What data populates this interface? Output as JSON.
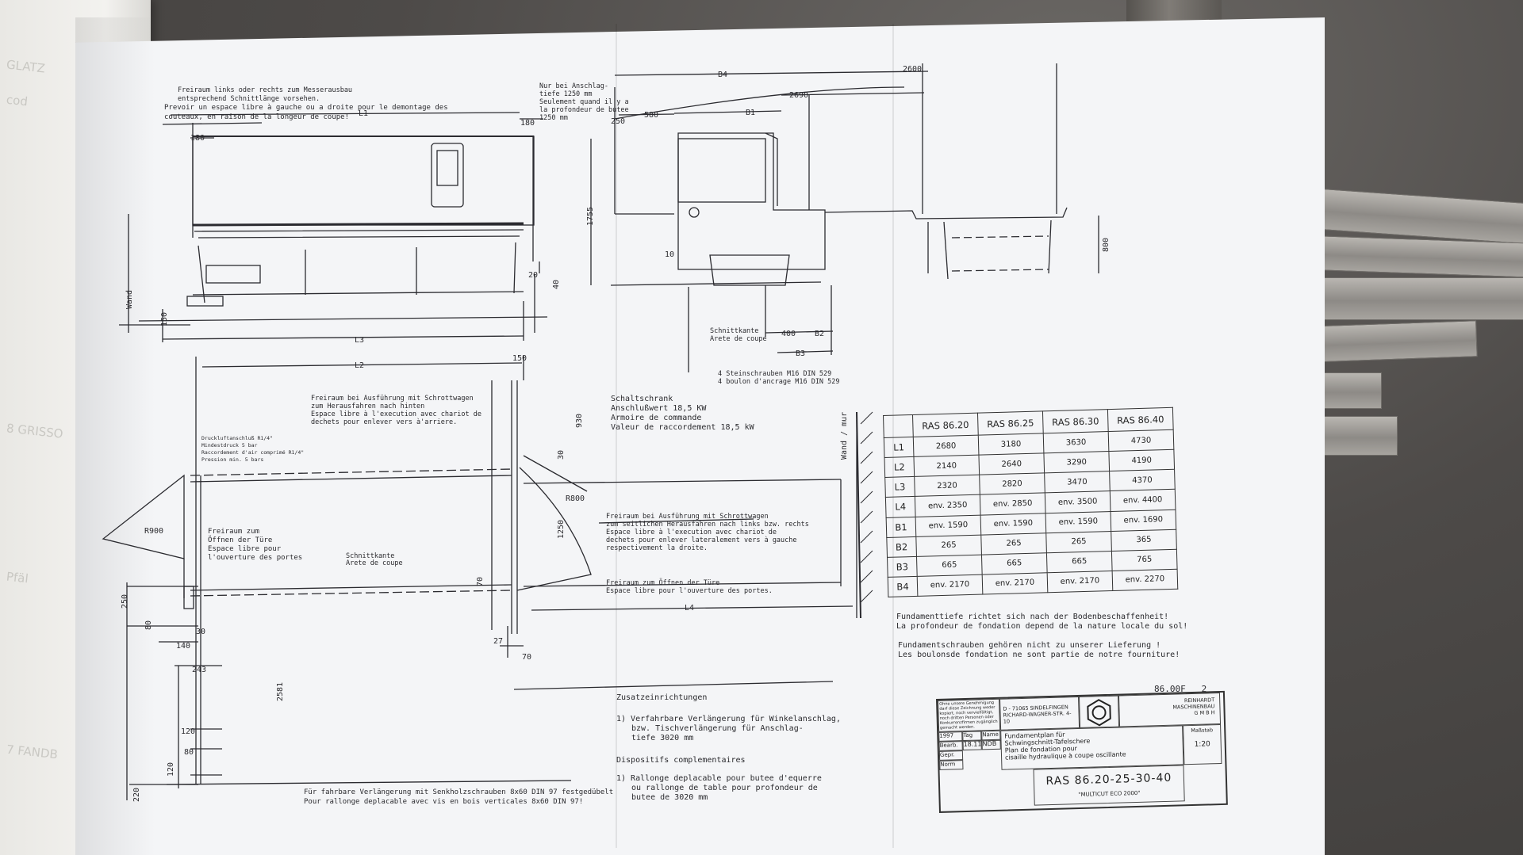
{
  "drawing": {
    "left_top_notes": [
      "Freiraum links oder rechts zum Messerausbau",
      "entsprechend Schnittlänge vorsehen.",
      "Prevoir un espace libre à gauche ou a droite pour le demontage des",
      "couteaux, en raison de la longeur de coupe!"
    ],
    "anschlag_notes": [
      "Nur bei Anschlag-",
      "tiefe 1250 mm",
      "Seulement quand il y a",
      "la profondeur de butee",
      "1250 mm"
    ],
    "dims_front": {
      "l1": "L1",
      "d180a": "180",
      "d180b": "180",
      "d20": "20",
      "d40": "40",
      "d150": "150",
      "l3": "L3",
      "wand": "Wand",
      "d1755": "1755"
    },
    "dims_side": {
      "b4": "B4",
      "d2690": "2690",
      "d2600": "2600",
      "b1": "B1",
      "d580": "580",
      "d250": "250",
      "d10": "10",
      "d800": "800",
      "d400": "400",
      "b2": "B2",
      "b3": "B3"
    },
    "side_labels": {
      "schnittkante": "Schnittkante",
      "arete": "Arete de coupe",
      "steinschrauben": "4 Steinschrauben M16 DIN 529",
      "boulon": "4 boulon d'ancrage M16 DIN 529"
    },
    "plan_labels": {
      "l2": "L2",
      "d150": "150",
      "d930": "930",
      "d30": "30",
      "d1250": "1250",
      "r800": "R800",
      "r900": "R900",
      "d70a": "70",
      "d27": "27",
      "d70b": "70",
      "l4": "L4",
      "d250": "250",
      "d80": "80",
      "d30b": "30",
      "d140": "140",
      "d243": "243",
      "d2581": "2581",
      "d120": "120",
      "d80b": "80",
      "d120b": "120",
      "d220": "220",
      "wand_mur": "Wand / mur"
    },
    "plan_notes": {
      "schrott": [
        "Freiraum bei Ausführung mit Schrottwagen",
        "zum Herausfahren nach hinten",
        "Espace libre à l'execution avec chariot de",
        "dechets pour enlever vers à'arriere."
      ],
      "druckluft": [
        "Druckluftanschluß R1/4\"",
        "Mindestdruck 5 bar",
        "Raccordement d'air comprimé R1/4\"",
        "Pression min. 5 bars"
      ],
      "tuere_left": [
        "Freiraum zum",
        "Öffnen der Türe",
        "Espace libre pour",
        "l'ouverture des portes"
      ],
      "schnittkante": [
        "Schnittkante",
        "Arete de coupe"
      ],
      "schaltschrank": [
        "Schaltschrank",
        "Anschlußwert 18,5 KW",
        "Armoire de commande",
        "Valeur de raccordement 18,5 kW"
      ],
      "schrott_side": [
        "Freiraum bei Ausführung mit Schrottwagen",
        "zum seitlichen Herausfahren nach links bzw. rechts",
        "Espace libre à l'execution avec chariot de",
        "dechets pour enlever lateralement vers à gauche",
        "respectivement la droite."
      ],
      "tuere_right": [
        "Freiraum zum Öffnen der Türe",
        "Espace libre pour l'ouverture des portes."
      ]
    },
    "bottom_notes": {
      "zusatz_title": "Zusatzeinrichtungen",
      "zusatz_1": [
        "1) Verfahrbare Verlängerung für Winkelanschlag,",
        "bzw. Tischverlängerung für Anschlag-",
        "tiefe 3020 mm"
      ],
      "dispo_title": "Dispositifs complementaires",
      "dispo_1": [
        "1) Rallonge deplacable pour butee d'equerre",
        "ou rallonge de table pour profondeur de",
        "butee de 3020 mm"
      ],
      "fahrbar": [
        "Für fahrbare Verlängerung mit Senkholzschrauben 8x60 DIN 97 festgedübelt",
        "Pour rallonge deplacable avec vis en bois verticales 8x60 DIN 97!"
      ]
    },
    "fund_notes": [
      "Fundamenttiefe richtet sich nach der Bodenbeschaffenheit!",
      "La profondeur de fondation depend de la nature locale du sol!",
      "Fundamentschrauben gehören nicht zu unserer Lieferung !",
      "Les boulonsde fondation ne sont partie de notre fourniture!"
    ],
    "doc_code": "86.00F___2"
  },
  "table": {
    "headers": [
      "",
      "RAS 86.20",
      "RAS 86.25",
      "RAS 86.30",
      "RAS 86.40"
    ],
    "rows": [
      [
        "L1",
        "2680",
        "3180",
        "3630",
        "4730"
      ],
      [
        "L2",
        "2140",
        "2640",
        "3290",
        "4190"
      ],
      [
        "L3",
        "2320",
        "2820",
        "3470",
        "4370"
      ],
      [
        "L4",
        "env. 2350",
        "env. 2850",
        "env. 3500",
        "env. 4400"
      ],
      [
        "B1",
        "env. 1590",
        "env. 1590",
        "env. 1590",
        "env. 1690"
      ],
      [
        "B2",
        "265",
        "265",
        "265",
        "365"
      ],
      [
        "B3",
        "665",
        "665",
        "665",
        "765"
      ],
      [
        "B4",
        "env. 2170",
        "env. 2170",
        "env. 2170",
        "env. 2270"
      ]
    ]
  },
  "titleblock": {
    "legal": "Ohne unsere Genehmigung darf diese Zeichnung weder kopiert, noch vervielfältigt, noch dritten Personen oder Konkurrenzfirmen zugänglich gemacht werden.",
    "address1": "D - 71065 SINDELFINGEN",
    "address2": "RICHARD-WAGNER-STR. 4-10",
    "company": [
      "REINHARDT",
      "MASCHINENBAU",
      "G M B H"
    ],
    "year": "1997",
    "tag": "Tag",
    "name": "Name",
    "bearb": "Bearb.",
    "date": "18.11.",
    "initials": "NDB",
    "gepr": "Gepr.",
    "norm": "Norm",
    "title_de": [
      "Fundamentplan für",
      "Schwingschnitt-Tafelschere"
    ],
    "title_fr": [
      "Plan de fondation pour",
      "cisaille hydraulique à coupe oscillante"
    ],
    "massstab_label": "Maßstab",
    "massstab": "1:20",
    "model": "RAS 86.20-25-30-40",
    "subtitle": "\"MULTICUT ECO 2000\""
  },
  "binder": {
    "ghost": [
      "GLATZ",
      "cod",
      "8 GRISSO",
      "Pfäl",
      "7 FANDB"
    ]
  }
}
